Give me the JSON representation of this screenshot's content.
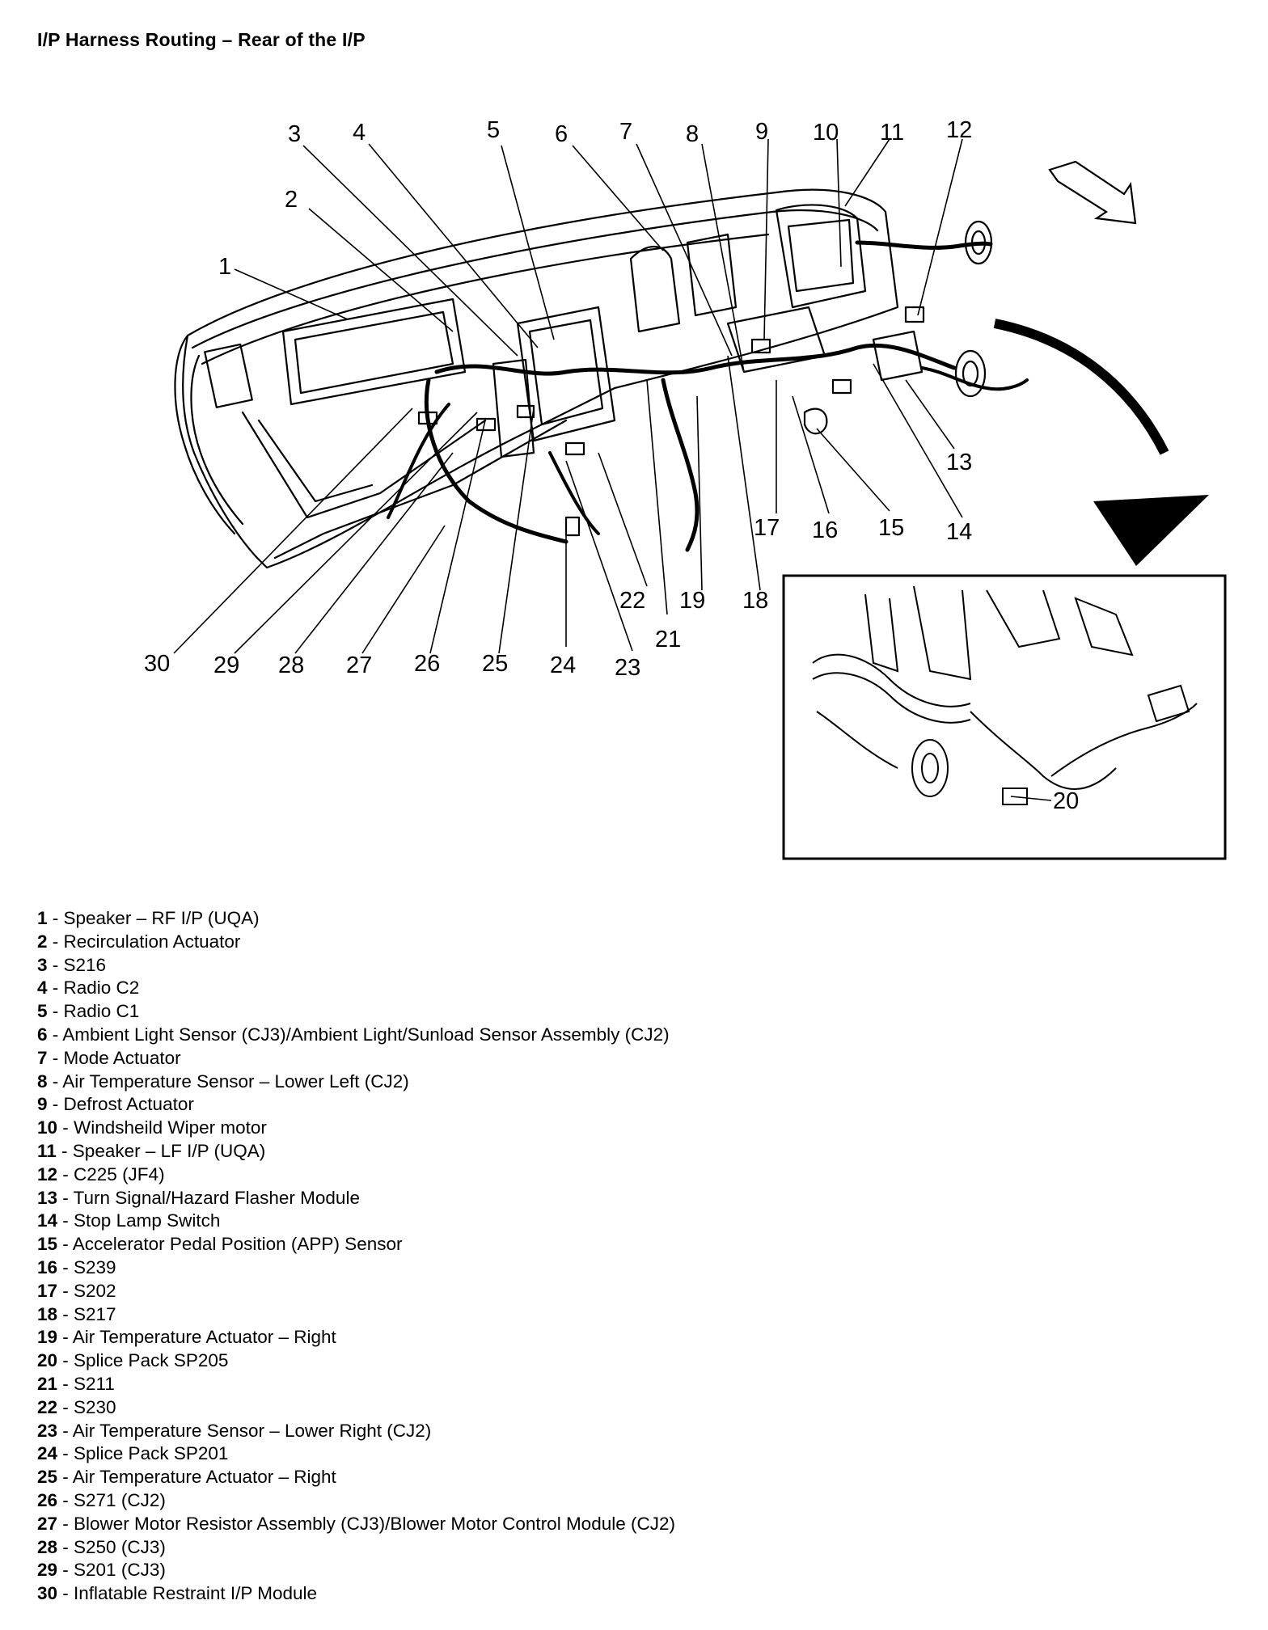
{
  "title": "I/P Harness Routing – Rear of the I/P",
  "callouts": [
    "1",
    "2",
    "3",
    "4",
    "5",
    "6",
    "7",
    "8",
    "9",
    "10",
    "11",
    "12",
    "13",
    "14",
    "15",
    "16",
    "17",
    "18",
    "19",
    "20",
    "21",
    "22",
    "23",
    "24",
    "25",
    "26",
    "27",
    "28",
    "29",
    "30"
  ],
  "legend": [
    {
      "num": "1",
      "text": " - Speaker – RF I/P (UQA)"
    },
    {
      "num": "2",
      "text": " - Recirculation Actuator"
    },
    {
      "num": "3",
      "text": " - S216"
    },
    {
      "num": "4",
      "text": " - Radio C2"
    },
    {
      "num": "5",
      "text": " - Radio C1"
    },
    {
      "num": "6",
      "text": " - Ambient Light Sensor (CJ3)/Ambient Light/Sunload Sensor Assembly (CJ2)"
    },
    {
      "num": "7",
      "text": " - Mode Actuator"
    },
    {
      "num": "8",
      "text": " - Air Temperature Sensor – Lower Left (CJ2)"
    },
    {
      "num": "9",
      "text": " - Defrost Actuator"
    },
    {
      "num": "10",
      "text": " - Windsheild Wiper motor"
    },
    {
      "num": "11",
      "text": " - Speaker – LF I/P (UQA)"
    },
    {
      "num": "12",
      "text": " - C225 (JF4)"
    },
    {
      "num": "13",
      "text": " - Turn Signal/Hazard Flasher Module"
    },
    {
      "num": "14",
      "text": " - Stop Lamp Switch"
    },
    {
      "num": "15",
      "text": " - Accelerator Pedal Position (APP) Sensor"
    },
    {
      "num": "16",
      "text": " - S239"
    },
    {
      "num": "17",
      "text": " - S202"
    },
    {
      "num": "18",
      "text": " - S217"
    },
    {
      "num": "19",
      "text": " - Air Temperature Actuator – Right"
    },
    {
      "num": "20",
      "text": " - Splice Pack SP205"
    },
    {
      "num": "21",
      "text": " - S211"
    },
    {
      "num": "22",
      "text": " - S230"
    },
    {
      "num": "23",
      "text": " - Air Temperature Sensor – Lower Right (CJ2)"
    },
    {
      "num": "24",
      "text": " - Splice Pack SP201"
    },
    {
      "num": "25",
      "text": " - Air Temperature Actuator – Right"
    },
    {
      "num": "26",
      "text": " - S271 (CJ2)"
    },
    {
      "num": "27",
      "text": " - Blower Motor Resistor Assembly (CJ3)/Blower Motor Control Module (CJ2)"
    },
    {
      "num": "28",
      "text": " - S250 (CJ3)"
    },
    {
      "num": "29",
      "text": " - S201 (CJ3)"
    },
    {
      "num": "30",
      "text": " - Inflatable Restraint I/P Module"
    }
  ]
}
